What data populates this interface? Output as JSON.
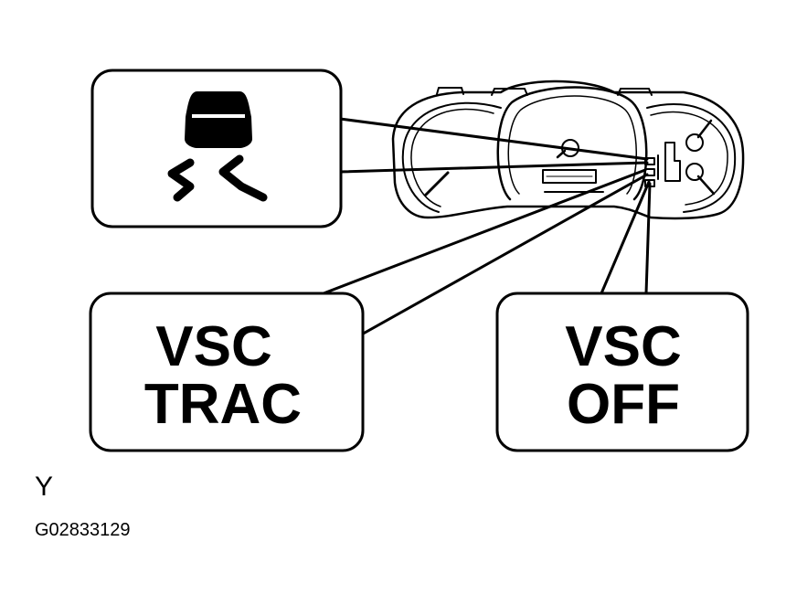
{
  "callouts": {
    "vsc_trac": {
      "line1": "VSC",
      "line2": "TRAC"
    },
    "vsc_off": {
      "line1": "VSC",
      "line2": "OFF"
    },
    "slip_indicator": {
      "icon": "skid-car-icon"
    }
  },
  "footer": {
    "view_letter": "Y",
    "figure_code": "G02833129"
  },
  "colors": {
    "ink": "#000000",
    "paper": "#ffffff"
  }
}
